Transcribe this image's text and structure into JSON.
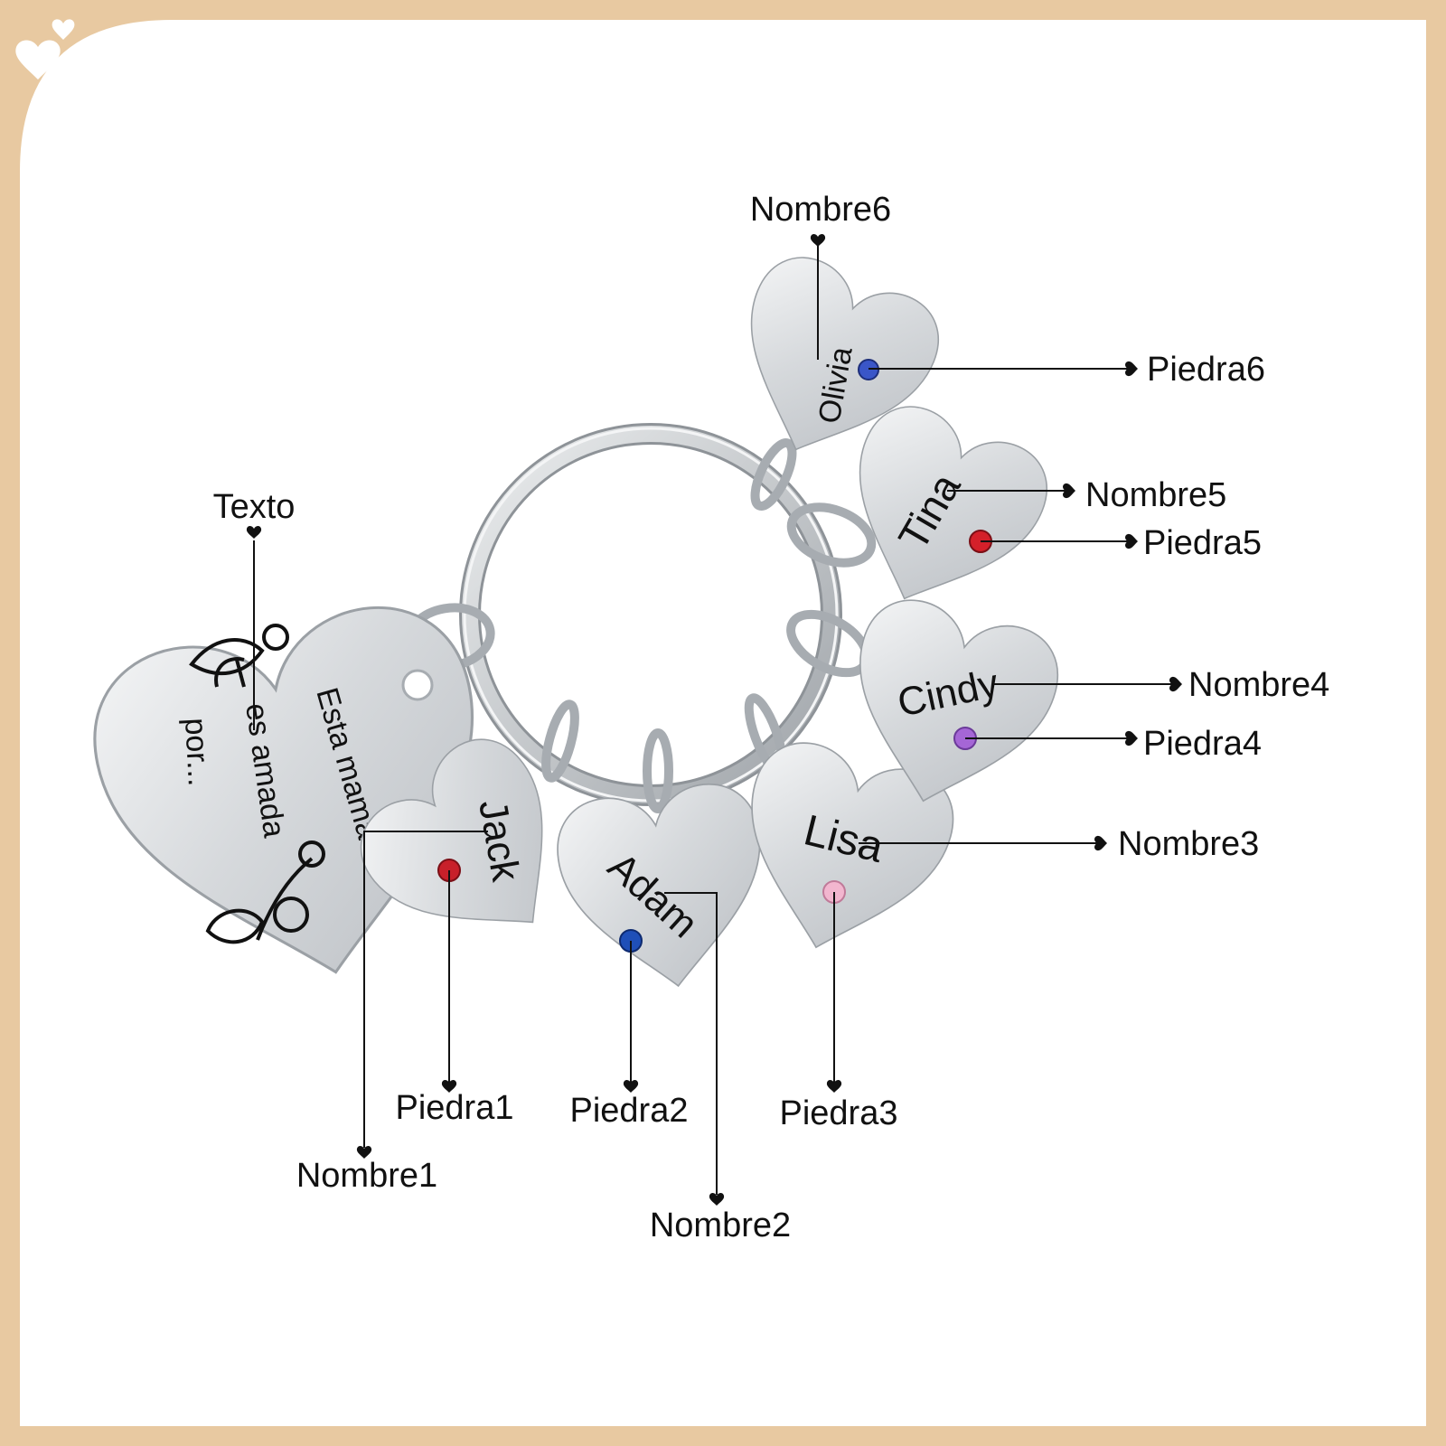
{
  "colors": {
    "frame": "#e8c9a1",
    "card": "#ffffff",
    "metal": "#d9dcdf",
    "line": "#111111"
  },
  "callouts": {
    "texto": "Texto",
    "nombre1": "Nombre1",
    "nombre2": "Nombre2",
    "nombre3": "Nombre3",
    "nombre4": "Nombre4",
    "nombre5": "Nombre5",
    "nombre6": "Nombre6",
    "piedra1": "Piedra1",
    "piedra2": "Piedra2",
    "piedra3": "Piedra3",
    "piedra4": "Piedra4",
    "piedra5": "Piedra5",
    "piedra6": "Piedra6"
  },
  "engravings": {
    "big_heart_lines": [
      "Esta mamá",
      "es amada",
      "por..."
    ],
    "names": [
      "Jack",
      "Adam",
      "Lisa",
      "Cindy",
      "Tina",
      "Olivia"
    ]
  },
  "stones": {
    "piedra1": "#c8202a",
    "piedra2": "#1f4fb8",
    "piedra3": "#f2b6cf",
    "piedra4": "#a566d6",
    "piedra5": "#d4202a",
    "piedra6": "#3a56c8"
  },
  "icons": [
    "hearts-logo-icon",
    "heart-bullet-icon"
  ]
}
